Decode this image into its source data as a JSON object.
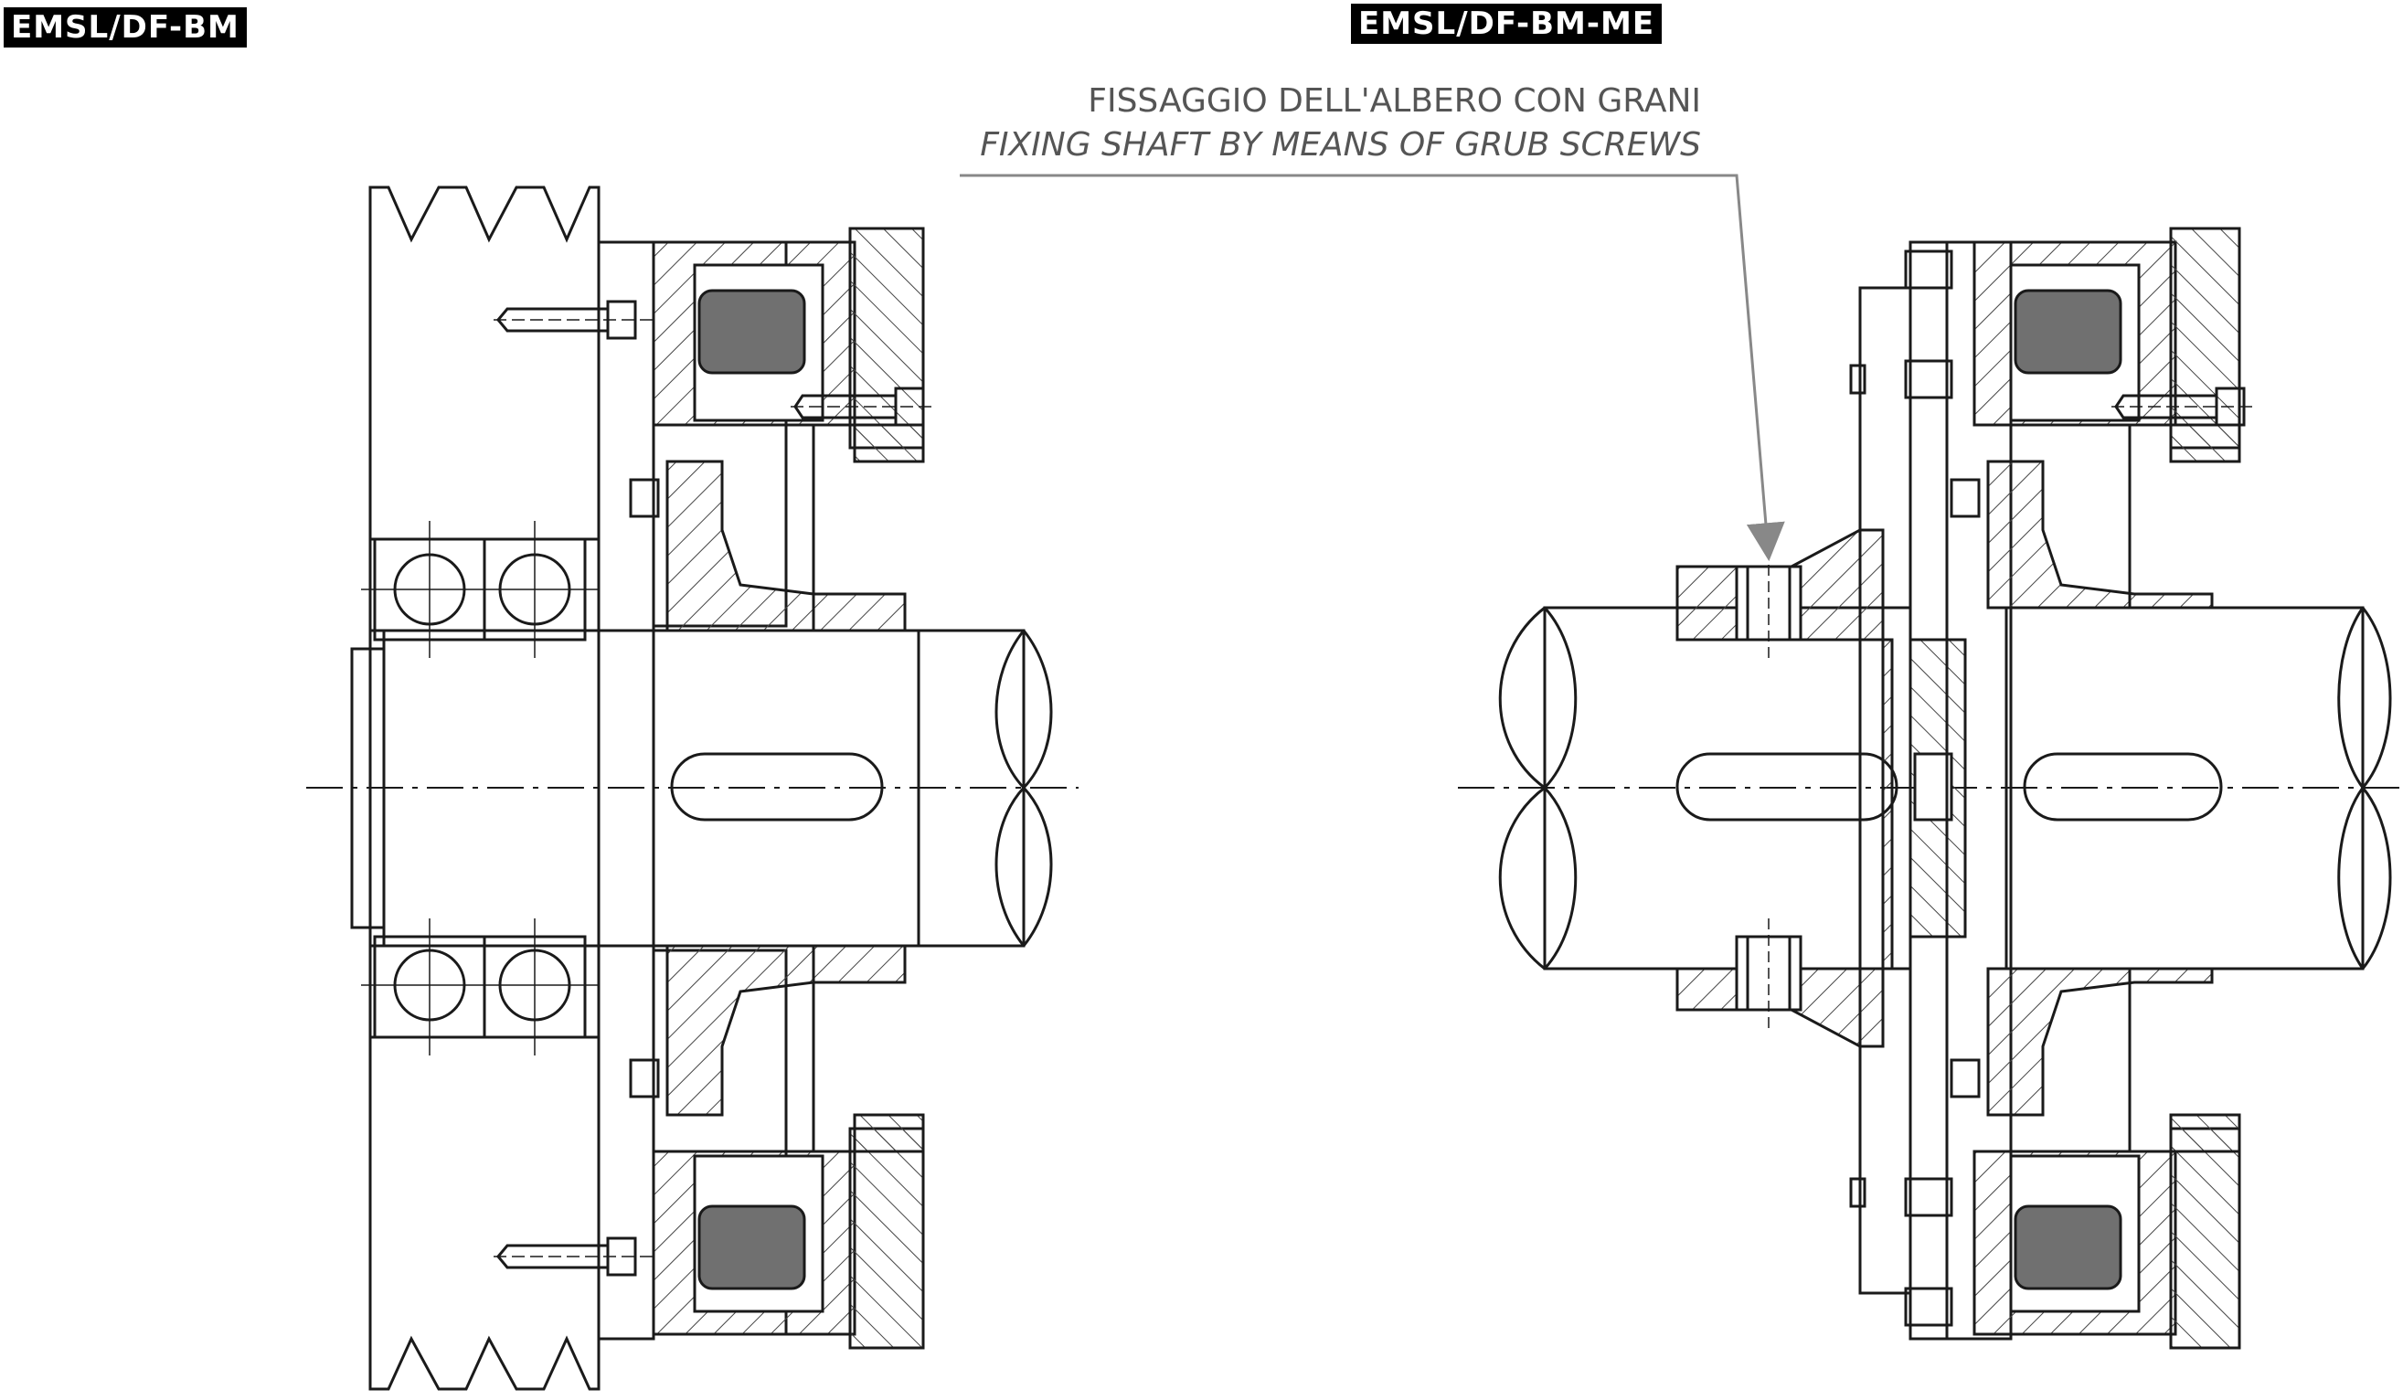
{
  "labels": {
    "left_title": "EMSL/DF-BM",
    "right_title": "EMSL/DF-BM-ME"
  },
  "annotation": {
    "line1": "FISSAGGIO DELL'ALBERO CON GRANI",
    "line2": "FIXING SHAFT BY MEANS OF GRUB SCREWS"
  },
  "colors": {
    "line": "#1a1a1a",
    "hatch": "#444444",
    "friction_pad": "#707070",
    "leader": "#888888",
    "tag_bg": "#000000",
    "tag_text": "#ffffff"
  }
}
